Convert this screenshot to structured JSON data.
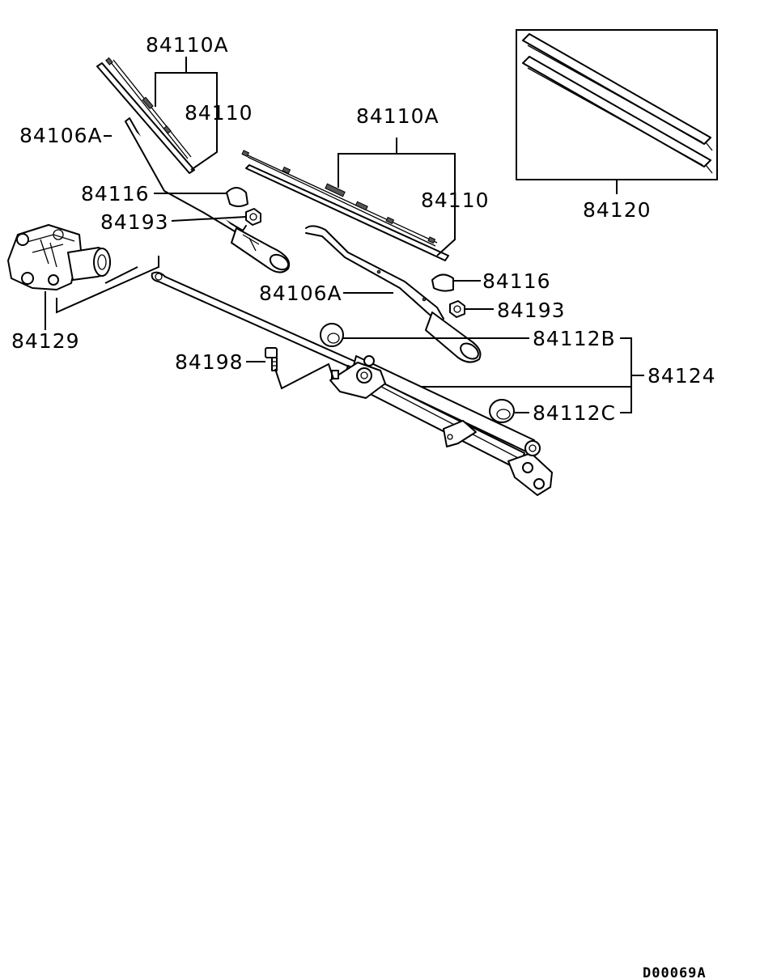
{
  "diagram_code": "D00069A",
  "labels": {
    "blade_assy_left": "84110A",
    "blade_left": "84110",
    "arm_left": "84106A",
    "cap_left": "84116",
    "nut_left": "84193",
    "motor": "84129",
    "blade_assy_right": "84110A",
    "blade_right": "84110",
    "cap_right": "84116",
    "arm_right": "84106A",
    "nut_right": "84193",
    "bushing_b": "84112B",
    "bushing_c": "84112C",
    "linkage": "84124",
    "bolt": "84198",
    "refill": "84120"
  }
}
